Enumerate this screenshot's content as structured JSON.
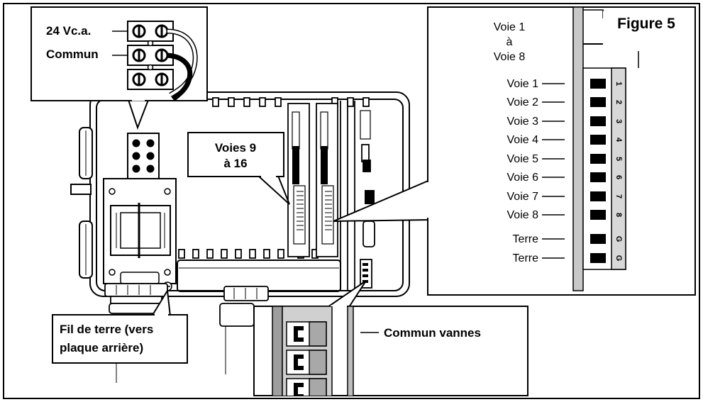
{
  "figure_label": "Figure 5",
  "power_callout": {
    "label_24v": "24 Vc.a.",
    "label_common": "Commun"
  },
  "stations_callout": {
    "line1": "Voies 9",
    "line2": "à 16"
  },
  "ground_callout": {
    "line1": "Fil de terre (vers",
    "line2": "plaque arrière)"
  },
  "valve_callout": {
    "label": "Commun vannes"
  },
  "terminal_callout": {
    "header_line1": "Voie 1",
    "header_line2": "à",
    "header_line3": "Voie 8",
    "terminals": [
      {
        "label": "Voie 1",
        "pin": "1"
      },
      {
        "label": "Voie 2",
        "pin": "2"
      },
      {
        "label": "Voie 3",
        "pin": "3"
      },
      {
        "label": "Voie 4",
        "pin": "4"
      },
      {
        "label": "Voie 5",
        "pin": "5"
      },
      {
        "label": "Voie 6",
        "pin": "6"
      },
      {
        "label": "Voie 7",
        "pin": "7"
      },
      {
        "label": "Voie 8",
        "pin": "8"
      },
      {
        "label": "Terre",
        "pin": "G"
      },
      {
        "label": "Terre",
        "pin": "G"
      }
    ]
  }
}
